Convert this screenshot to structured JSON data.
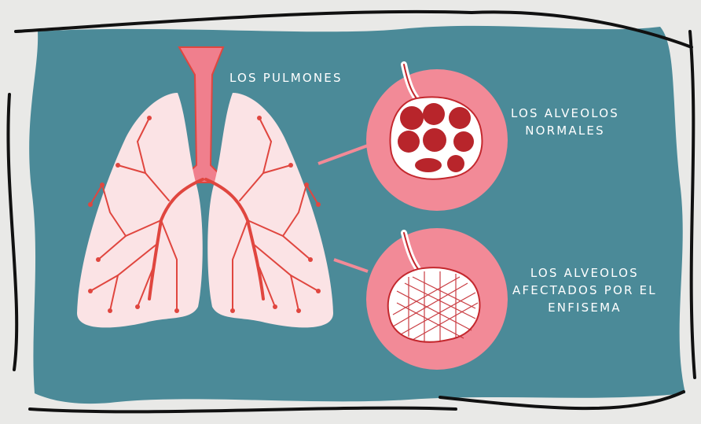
{
  "labels": {
    "lungs": "LOS PULMONES",
    "normal_line1": "LOS ALVEOLOS",
    "normal_line2": "NORMALES",
    "affected_line1": "LOS ALVEOLOS",
    "affected_line2": "AFECTADOS POR EL",
    "affected_line3": "ENFISEMA"
  },
  "colors": {
    "background": "#e9e9e7",
    "panel": "#4b8a98",
    "lung_fill": "#fbe3e5",
    "airway": "#e0463f",
    "circle": "#f28a97",
    "trachea": "#f07f8d",
    "text": "#ffffff"
  },
  "icons": [
    "lungs-illustration",
    "normal-alveoli-icon",
    "emphysema-alveoli-icon"
  ]
}
